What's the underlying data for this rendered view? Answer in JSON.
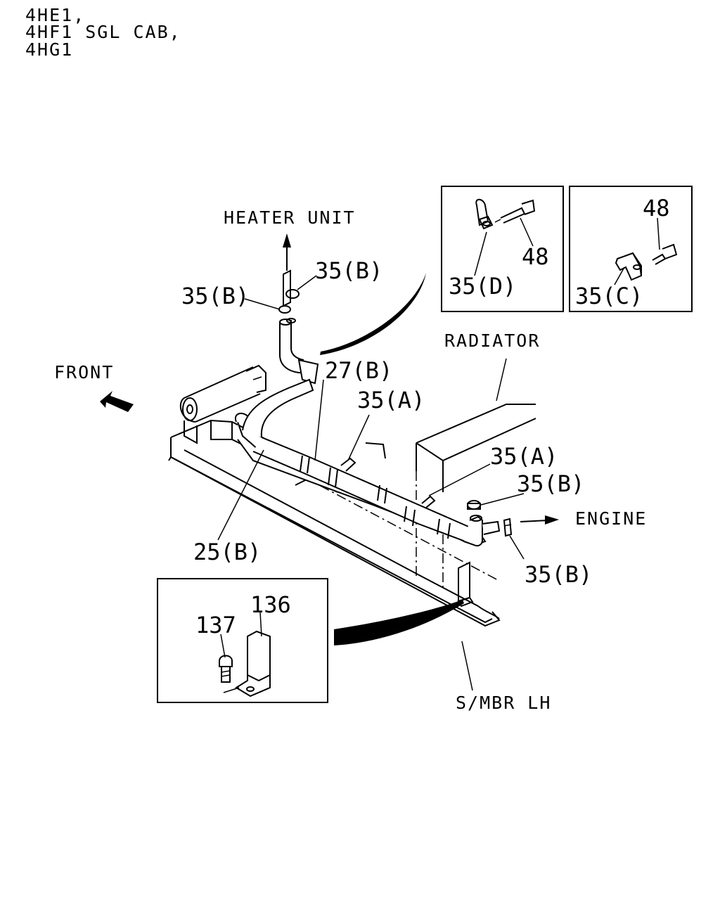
{
  "header": {
    "line1": "4HE1,",
    "line2": "4HF1 SGL CAB,",
    "line3": "4HG1"
  },
  "captions": {
    "heater_unit": "HEATER UNIT",
    "radiator": "RADIATOR",
    "front": "FRONT",
    "engine": "ENGINE",
    "side_member": "S/MBR LH"
  },
  "callouts": {
    "clamp_b_upper_right": "35(B)",
    "clamp_b_upper_left": "35(B)",
    "hose_27b": "27(B)",
    "clamp_a_upper": "35(A)",
    "clamp_a_lower": "35(A)",
    "clamp_b_engine_upper": "35(B)",
    "clamp_b_engine_lower": "35(B)",
    "hose_25b": "25(B)",
    "inset_d_bolt": "48",
    "inset_d_clip": "35(D)",
    "inset_c_bolt": "48",
    "inset_c_clip": "35(C)",
    "inset_bracket": "136",
    "inset_bolt": "137"
  },
  "colors": {
    "ink": "#000000",
    "paper": "#ffffff"
  }
}
